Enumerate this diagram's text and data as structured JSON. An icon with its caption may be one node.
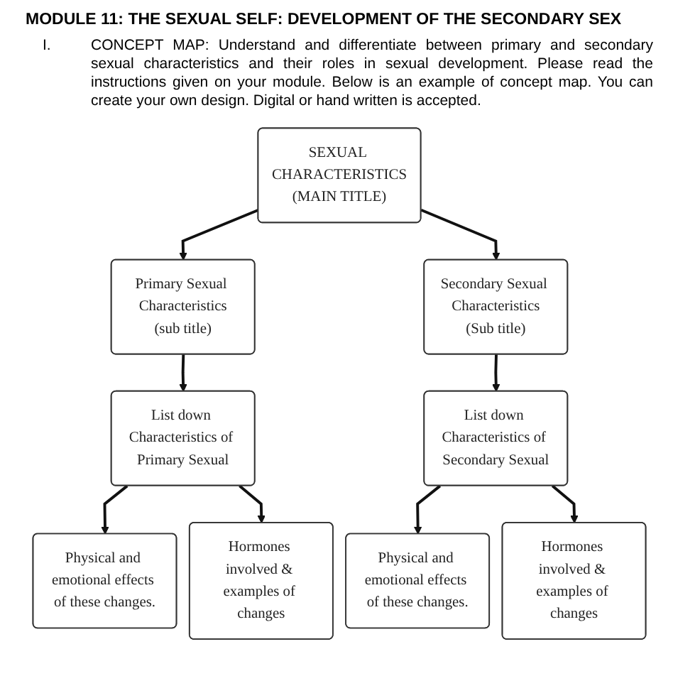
{
  "diagram": {
    "title": "MODULE 11: THE SEXUAL SELF: DEVELOPMENT OF THE SECONDARY SEX",
    "nodes": [
      {
        "text": [
          "SEXUAL CHARACTERISTICS",
          "(MAIN TITLE)"
        ]
      },
      {
        "text": [
          "Primary Sexual Characteristics",
          "(sub title)"
        ]
      },
      {
        "text": [
          "Secondary Sexual Characteristics",
          "(Sub title)"
        ]
      },
      {
        "text": [
          "List down Characteristics of Primary Sexual"
        ]
      },
      {
        "text": [
          "List down Characteristics of Secondary Sexual"
        ]
      },
      {
        "text": [
          "Physical and emotional effects of these changes."
        ]
      },
      {
        "text": [
          "Hormones involved & examples of changes"
        ]
      },
      {
        "text": [
          "Physical and emotional effects of these changes."
        ]
      },
      {
        "text": [
          "Hormones involved & examples of changes"
        ]
      }
    ],
    "edges": [
      {
        "from": 0,
        "to": 1,
        "arrow": "to"
      },
      {
        "from": 0,
        "to": 2,
        "arrow": "to"
      },
      {
        "from": 1,
        "to": 3,
        "arrow": "to"
      },
      {
        "from": 2,
        "to": 4,
        "arrow": "to"
      },
      {
        "from": 3,
        "to": 5,
        "arrow": "to"
      },
      {
        "from": 3,
        "to": 6,
        "arrow": "to"
      },
      {
        "from": 4,
        "to": 7,
        "arrow": "to"
      },
      {
        "from": 4,
        "to": 8,
        "arrow": "to"
      }
    ],
    "labels": [
      "I.",
      "CONCEPT MAP: Understand and differentiate between primary and secondary sexual characteristics and their roles in sexual development. Please read the instructions given on your module. Below is an example of concept map. You can create your own design. Digital or hand written is accepted."
    ]
  }
}
